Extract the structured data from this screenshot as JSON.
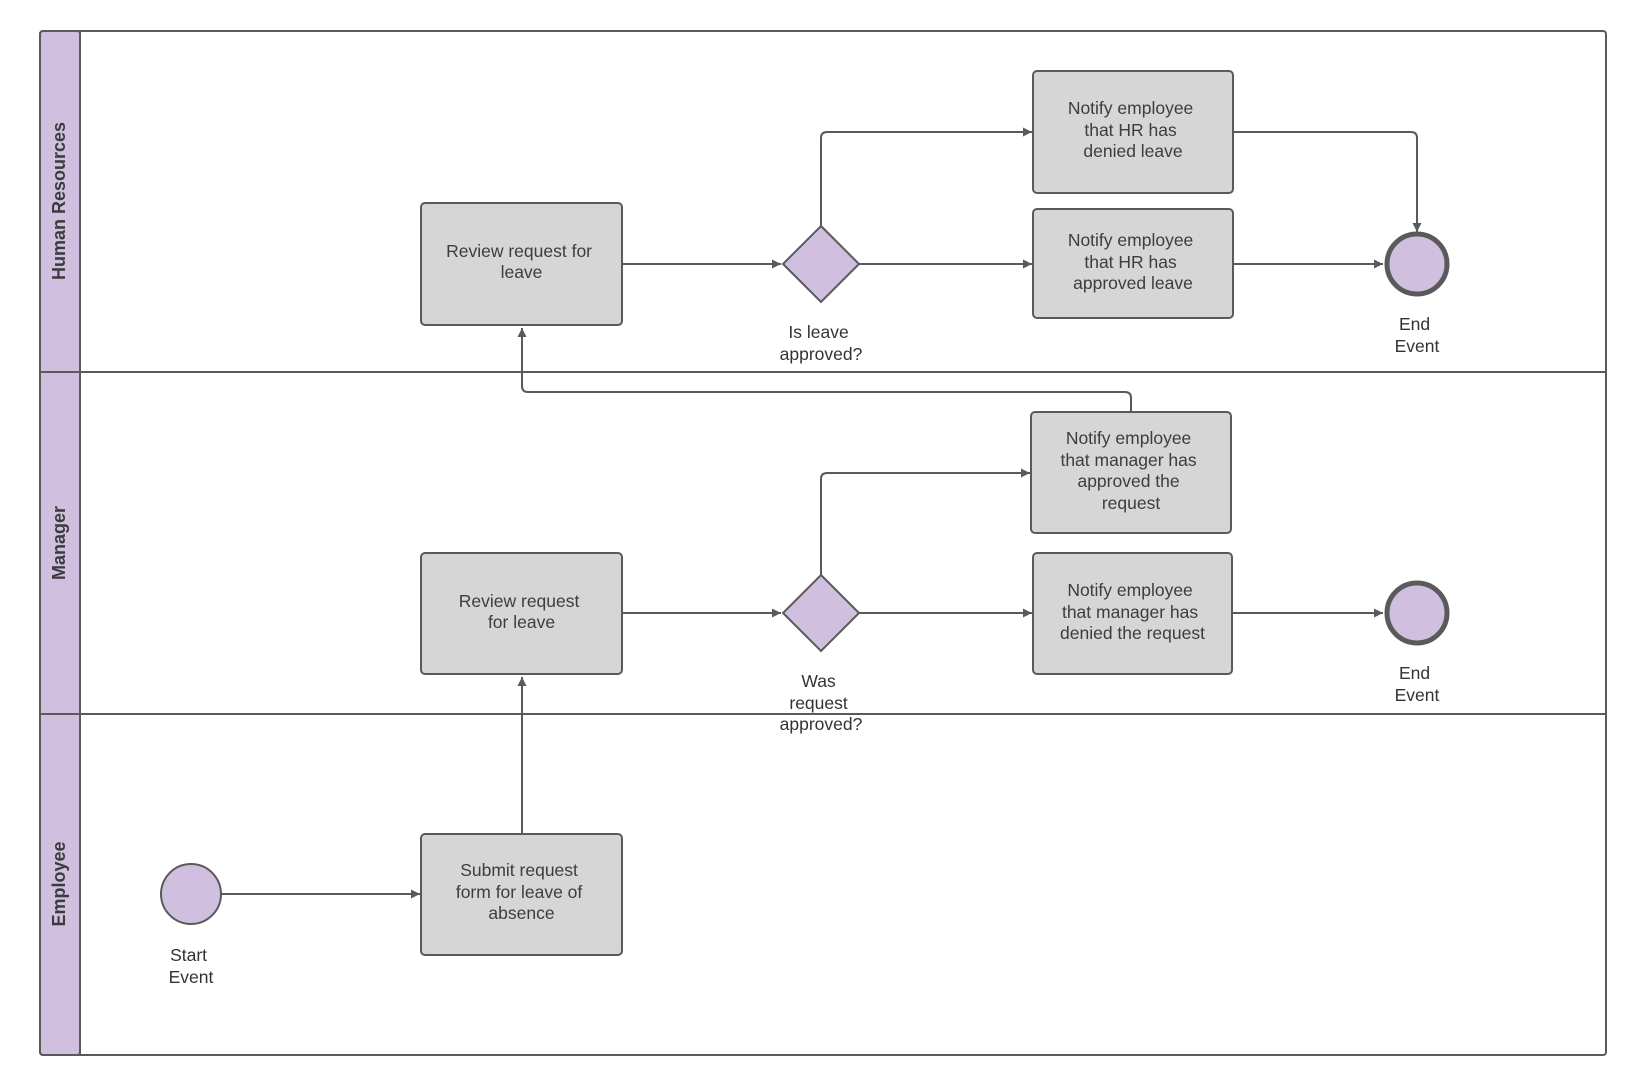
{
  "colors": {
    "lane_header": "#d0bfdf",
    "task_fill": "#d6d6d6",
    "gateway_fill": "#d0bfdf",
    "event_fill": "#d0bfdf",
    "stroke": "#5a5a5a"
  },
  "lanes": {
    "hr": "Human Resources",
    "manager": "Manager",
    "employee": "Employee"
  },
  "tasks": {
    "hr_review": [
      "Review request for",
      "leave"
    ],
    "hr_notify_denied": [
      "Notify employee",
      "that HR has",
      "denied leave"
    ],
    "hr_notify_approved": [
      "Notify employee",
      "that HR has",
      "approved leave"
    ],
    "mgr_notify_approved": [
      "Notify employee",
      "that manager has",
      "approved the",
      "request"
    ],
    "mgr_review": [
      "Review request",
      "for leave"
    ],
    "mgr_notify_denied": [
      "Notify employee",
      "that manager has",
      "denied the request"
    ],
    "emp_submit": [
      "Submit request",
      "form for leave of",
      "absence"
    ]
  },
  "gateways": {
    "hr_gateway": [
      "Is leave",
      "approved?"
    ],
    "mgr_gateway": [
      "Was",
      "request",
      "approved?"
    ]
  },
  "events": {
    "hr_end": [
      "End",
      "Event"
    ],
    "mgr_end": [
      "End",
      "Event"
    ],
    "emp_start": [
      "Start",
      "Event"
    ]
  }
}
